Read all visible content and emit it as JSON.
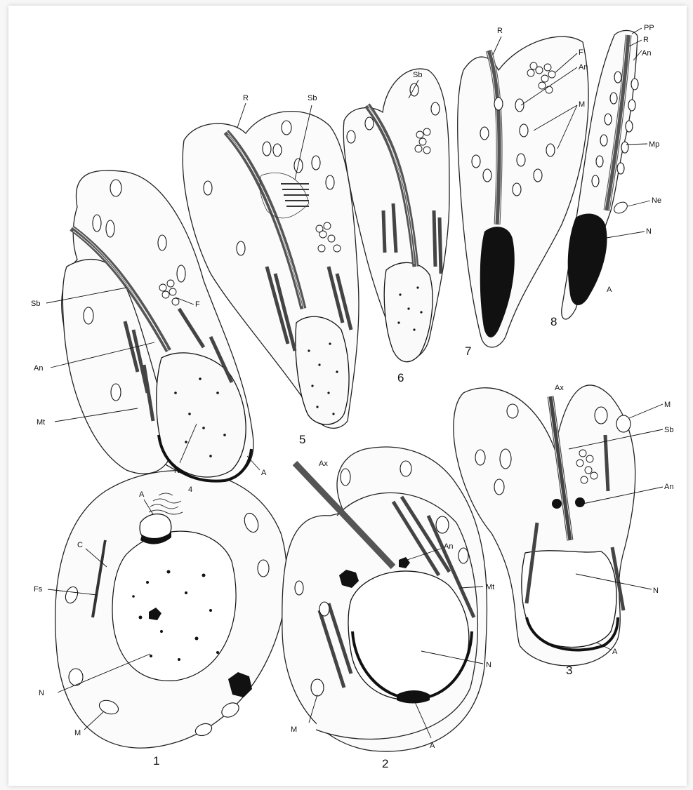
{
  "figure": {
    "panel_numbers": [
      "1",
      "2",
      "3",
      "4",
      "5",
      "6",
      "7",
      "8"
    ],
    "labels": {
      "p1": {
        "A": "A",
        "C": "C",
        "Fs": "Fs",
        "N": "N",
        "M": "M"
      },
      "p2": {
        "Ax": "Ax",
        "An": "An",
        "Mt": "Mt",
        "N": "N",
        "M": "M",
        "A": "A"
      },
      "p3": {
        "Ax": "Ax",
        "M": "M",
        "Sb": "Sb",
        "An": "An",
        "N": "N",
        "A": "A"
      },
      "p4": {
        "Sb": "Sb",
        "F": "F",
        "An": "An",
        "Mt": "Mt",
        "N": "N",
        "A": "A"
      },
      "p5": {
        "R": "R",
        "Sb": "Sb"
      },
      "p6": {
        "Sb": "Sb"
      },
      "p7": {
        "R": "R",
        "F": "F",
        "An": "An",
        "M": "M"
      },
      "p8": {
        "PP": "PP",
        "R": "R",
        "An": "An",
        "Mp": "Mp",
        "Ne": "Ne",
        "N": "N",
        "A": "A"
      }
    }
  }
}
